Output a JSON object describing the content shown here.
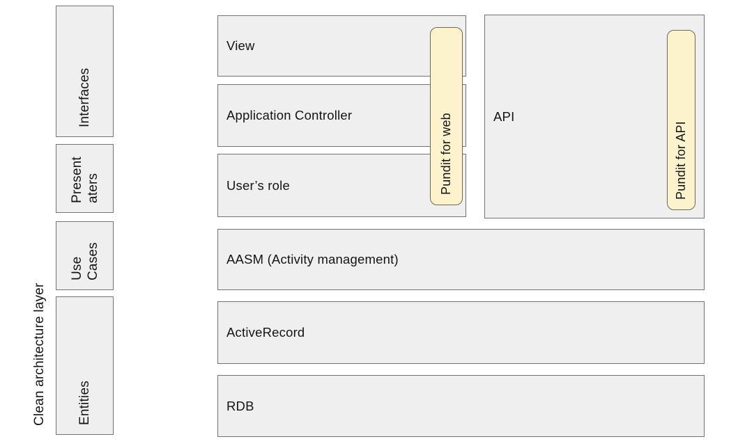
{
  "diagram": {
    "axis_label": "Clean architecture layer",
    "layers": [
      {
        "name": "interfaces",
        "lines": [
          "Interfaces"
        ]
      },
      {
        "name": "presenters",
        "lines": [
          "Present",
          "aters"
        ]
      },
      {
        "name": "use-cases",
        "lines": [
          "Use",
          "Cases"
        ]
      },
      {
        "name": "entities",
        "lines": [
          "Entities"
        ]
      }
    ],
    "web_stack": {
      "boxes": [
        "View",
        "Application Controller",
        "User’s role"
      ],
      "overlay": "Pundit for web"
    },
    "api_stack": {
      "box": "API",
      "overlay": "Pundit for API"
    },
    "shared_boxes": [
      "AASM (Activity management)",
      "ActiveRecord",
      "RDB"
    ],
    "colors": {
      "box_fill": "#efefef",
      "box_border": "#737373",
      "overlay_fill": "#fcf3cd",
      "overlay_border": "#6e6a52",
      "text": "#141414",
      "background": "#ffffff"
    }
  }
}
